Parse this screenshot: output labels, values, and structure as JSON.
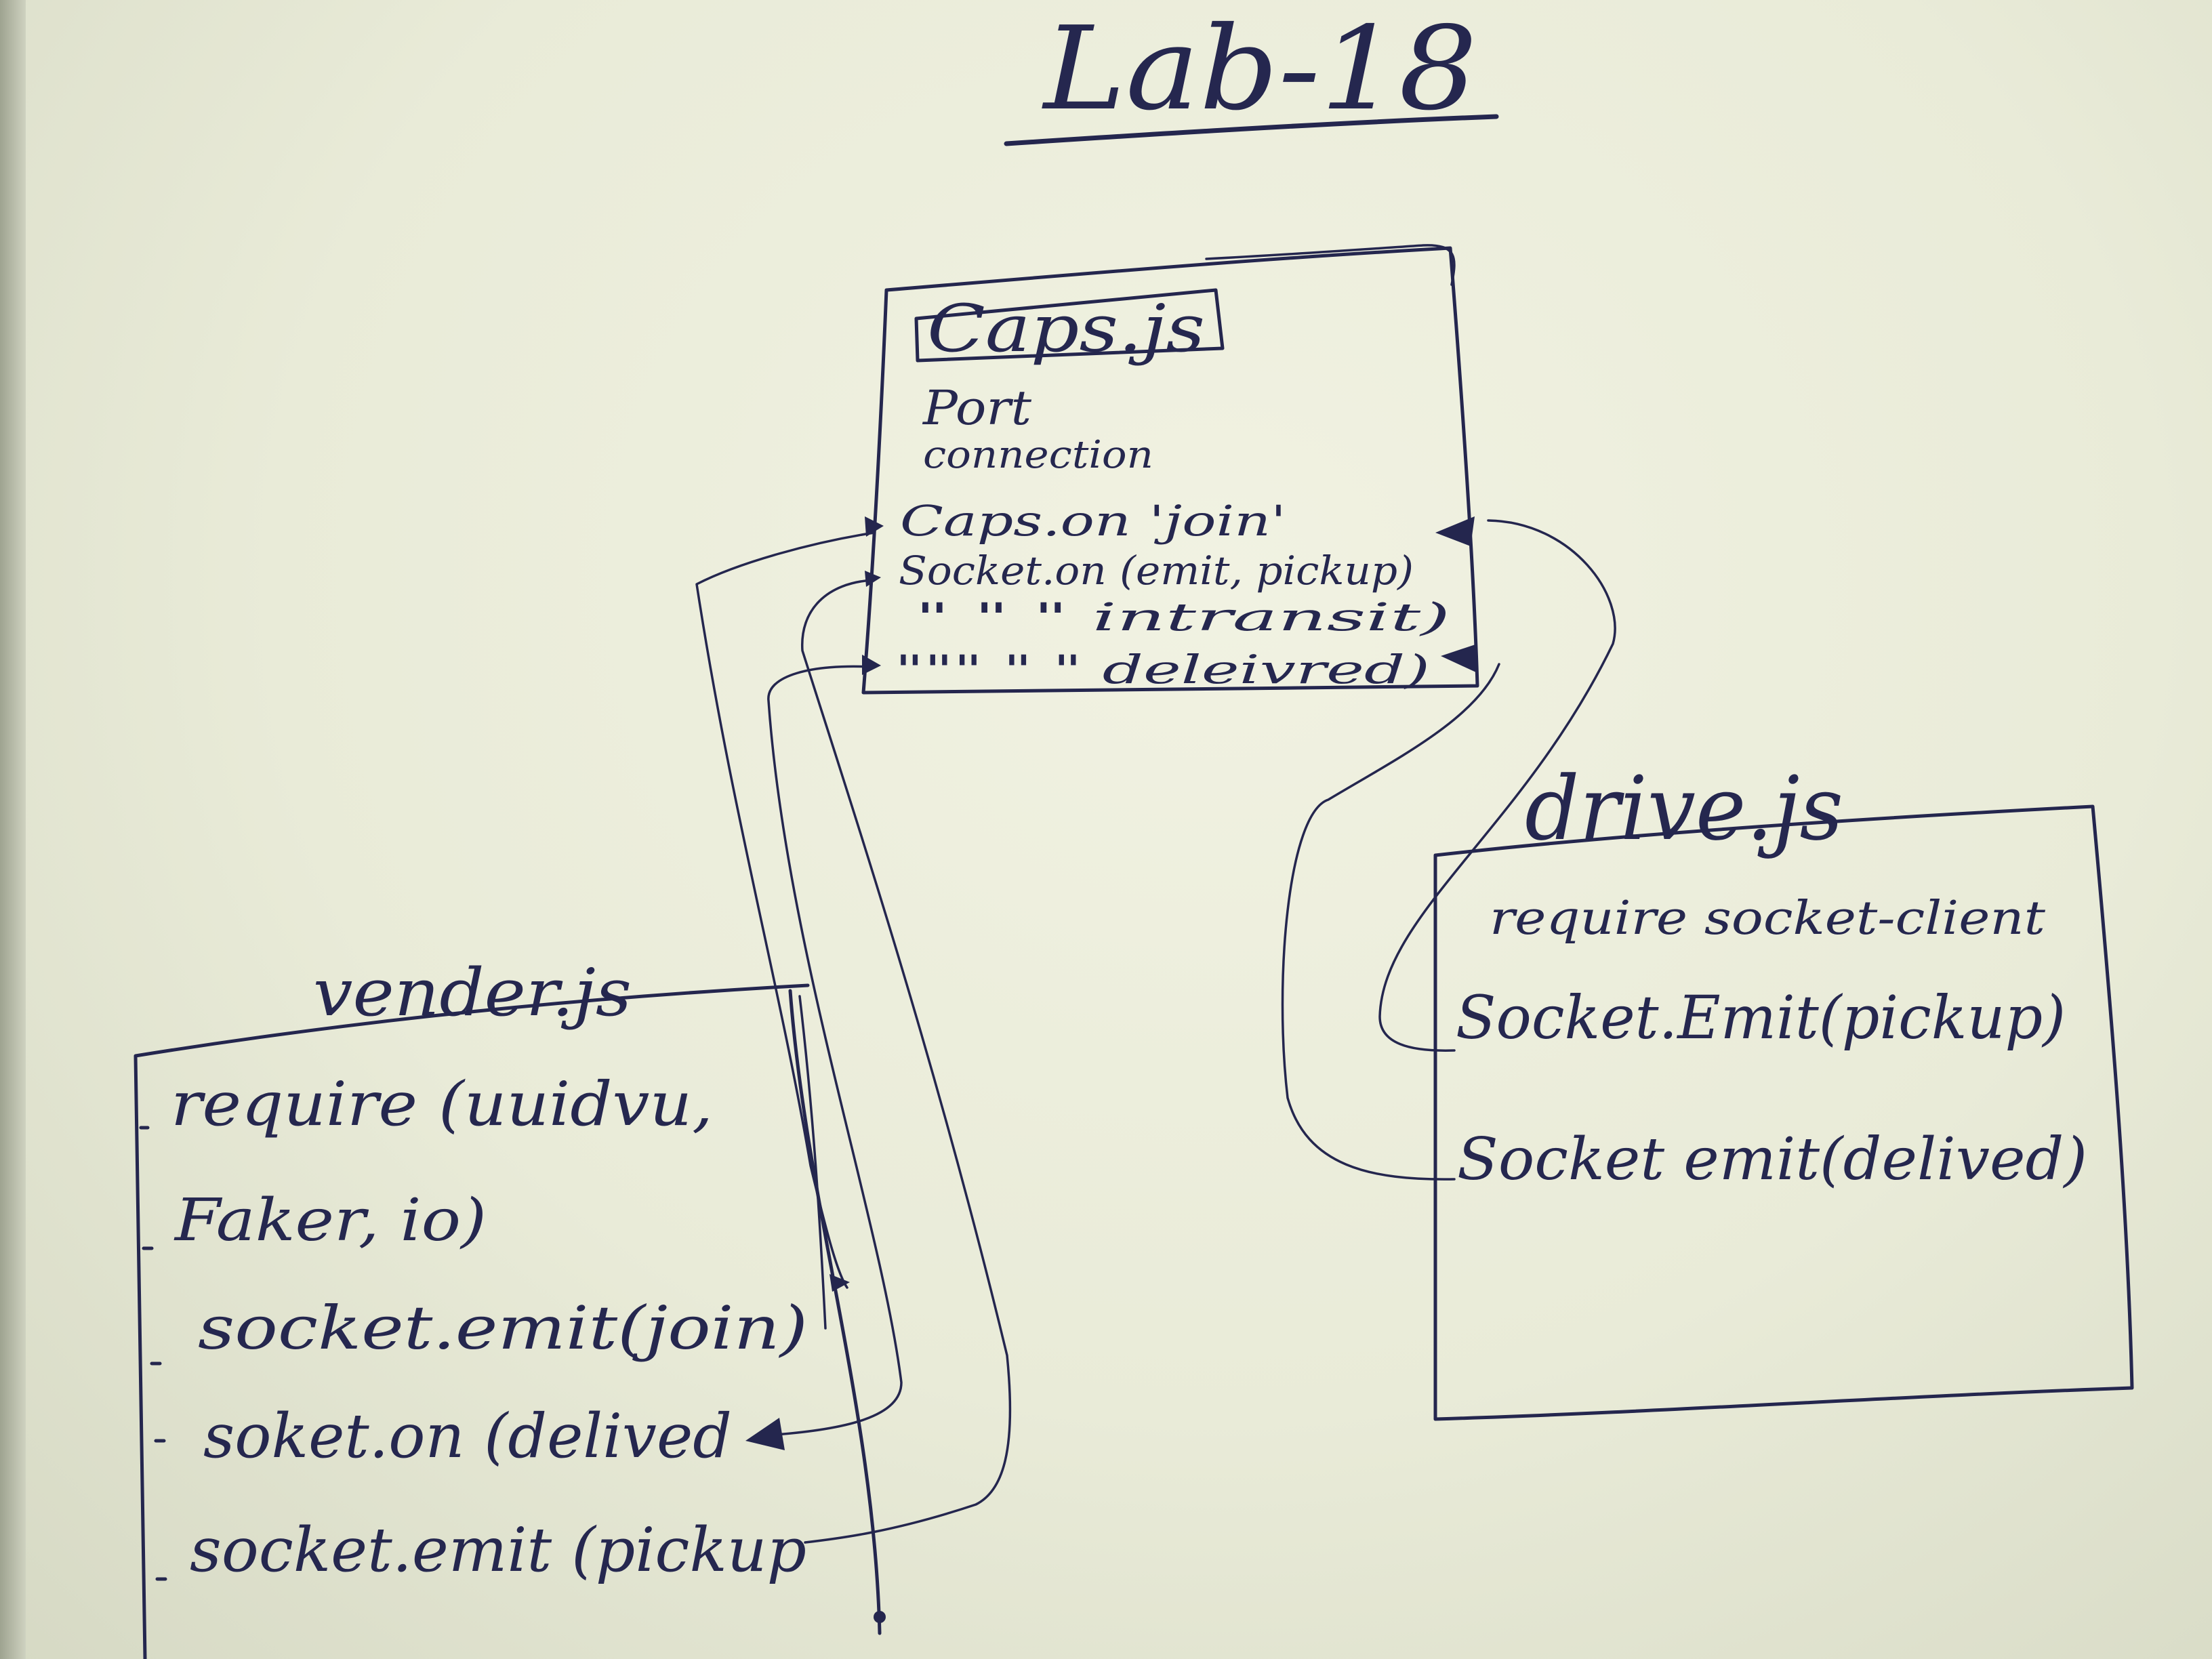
{
  "title": "Lab-18",
  "caps": {
    "name": "Caps.js",
    "lines": [
      "Port",
      "connection",
      "Caps.on 'join'",
      "Socket.on (emit, pickup)",
      "\"  \"  \"  intransit)",
      "\"\"\"  \"  \"  deleivred)"
    ]
  },
  "vendor": {
    "name": "vender.js",
    "lines": [
      "require (uuidvu,",
      "Faker, io)",
      "socket.emit(join)",
      "soket.on (delived",
      "socket.emit (pickup"
    ]
  },
  "driver": {
    "name": "drive.js",
    "lines": [
      "require socket-client",
      "Socket.Emit(pickup)",
      "Socket emit(delived)"
    ]
  },
  "ink_color": "#24264e",
  "paper_color": "#eceedd"
}
